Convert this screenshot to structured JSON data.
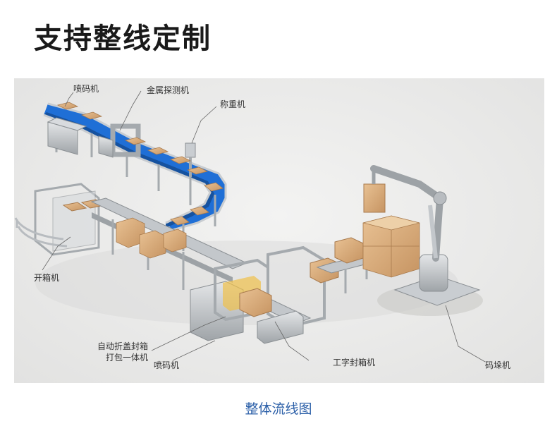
{
  "page": {
    "title": "支持整线定制",
    "caption": "整体流线图"
  },
  "labels": {
    "coding_top": "喷码机",
    "metal_detector": "金属探测机",
    "weigher": "称重机",
    "case_erector": "开箱机",
    "folding_sealer_line1": "自动折盖封箱",
    "folding_sealer_line2": "打包一体机",
    "coding_bottom": "喷码机",
    "h_case_sealer": "工字封箱机",
    "palletizer": "码垛机"
  },
  "colors": {
    "conveyor_belt": "#1f6fd6",
    "frame_steel": "#b8bcc0",
    "carton": "#d9ad7c",
    "caption": "#2b5fa8"
  }
}
